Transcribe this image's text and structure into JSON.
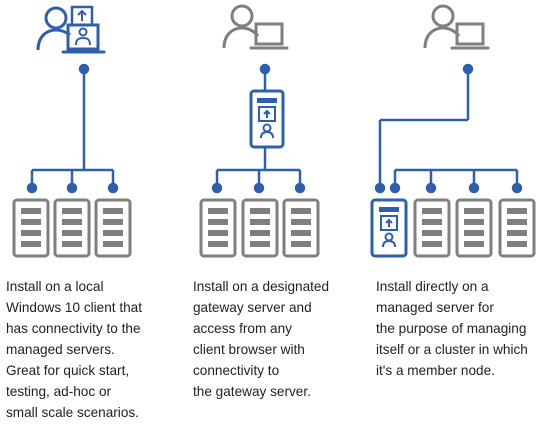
{
  "colors": {
    "blue": "#2E5FAF",
    "gray": "#7F7F7F",
    "text": "#222222"
  },
  "scenarios": [
    {
      "id": "local-client",
      "description_lines": [
        "Install on a local",
        "Windows 10 client that",
        "has connectivity to the",
        "managed servers.",
        "Great for quick start,",
        "testing, ad-hoc or",
        "small scale scenarios."
      ]
    },
    {
      "id": "gateway-server",
      "description_lines": [
        "Install on a designated",
        "gateway server and",
        "access from any",
        "client browser with",
        "connectivity to",
        "the gateway server."
      ]
    },
    {
      "id": "managed-server",
      "description_lines": [
        "Install directly on a",
        "managed server for",
        "the purpose of managing",
        "itself or a cluster in which",
        "it's a member node."
      ]
    }
  ]
}
